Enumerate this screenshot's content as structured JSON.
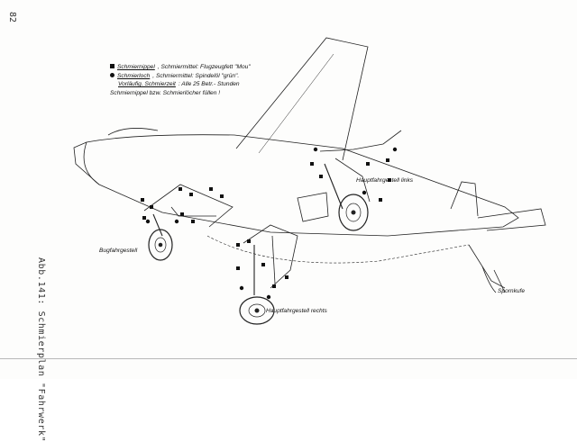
{
  "page": {
    "number": "82"
  },
  "caption": {
    "text": "Abb.141: Schmierplan \"Fahrwerk\""
  },
  "legend": {
    "row1": {
      "term": "Schmiernippel",
      "text": ", Schmiermittel: Flugzeugfett \"Mou\""
    },
    "row2": {
      "term": "Schmierloch",
      "text": ", Schmiermittel: Spindelöl \"grün\"."
    },
    "row3": {
      "term": "Vorläufig. Schmierzeit",
      "text": ": Alle 25 Betr.- Stunden"
    },
    "row4": {
      "text": "Schmiernippel bzw. Schmierlöcher füllen !"
    }
  },
  "labels": {
    "bugfahrgestell": "Bugfahrgestell",
    "hauptfahrgestell_links": "Hauptfahrgestell links",
    "hauptfahrgestell_rechts": "Hauptfahrgestell rechts",
    "spornkufe": "Spornkufe"
  },
  "icons": {
    "nipple_marker": "square-marker-icon",
    "hole_marker": "dot-marker-icon"
  }
}
